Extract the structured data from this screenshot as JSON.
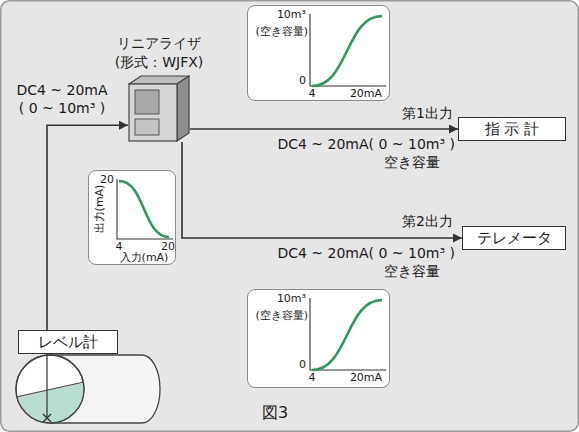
{
  "diagram": {
    "caption": "図3",
    "nodes": [
      {
        "text": [
          "10m³",
          "(空き容量)",
          "0",
          "4",
          "20mA"
        ]
      },
      {
        "text": [
          "リニアライザ (形式：WJFX)"
        ]
      },
      {
        "text": [
          "指 示 計"
        ]
      },
      {
        "text": [
          "20",
          "出力(mA)",
          "4",
          "20",
          "入力(mA)"
        ]
      },
      {
        "text": [
          "テレメータ"
        ]
      },
      {
        "text": [
          "10m³",
          "(空き容量)",
          "0",
          "4",
          "20mA"
        ]
      },
      {
        "text": [
          "レベル計"
        ]
      }
    ],
    "edges": [
      {
        "from": 6,
        "to": 1,
        "arrow": "to",
        "label": "DC4 ~ 20mA ( 0 ~ 10m³ )"
      },
      {
        "from": 1,
        "to": 2,
        "arrow": "to",
        "label": "第1出力"
      },
      {
        "from": 1,
        "to": 4,
        "arrow": "to",
        "label": "第2出力"
      }
    ],
    "labels": [
      "DC4 ~ 20mA( 0 ~ 10m³ )",
      "空き容量",
      "DC4 ~ 20mA( 0 ~ 10m³ )",
      "空き容量"
    ]
  }
}
